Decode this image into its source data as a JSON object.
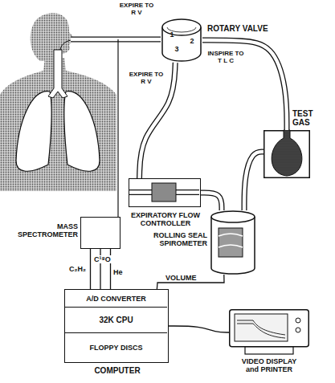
{
  "diagram": {
    "nodes": [
      {
        "text": [
          "ROTARY VALVE",
          "1",
          "2",
          "3"
        ]
      },
      {
        "text": [
          "TEST GAS"
        ]
      },
      {
        "text": [
          "EXPIRATORY FLOW CONTROLLER"
        ]
      },
      {
        "text": [
          "MASS SPECTROMETER"
        ]
      },
      {
        "text": [
          "ROLLING SEAL SPIROMETER"
        ]
      },
      {
        "text": [
          "COMPUTER"
        ]
      },
      {
        "text": [
          "A/D CONVERTER"
        ],
        "in": 5
      },
      {
        "text": [
          "32K CPU"
        ],
        "in": 5
      },
      {
        "text": [
          "FLOPPY DISCS"
        ],
        "in": 5
      },
      {
        "text": [
          "VIDEO DISPLAY and PRINTER"
        ]
      }
    ],
    "edges": [
      {
        "from": 0,
        "to": 1,
        "arrow": "none"
      },
      {
        "from": 0,
        "to": 2,
        "arrow": "none"
      },
      {
        "from": 2,
        "to": 4,
        "arrow": "none"
      },
      {
        "from": 4,
        "to": 1,
        "arrow": "none"
      },
      {
        "from": 3,
        "to": 6,
        "label": "C₂H₂",
        "arrow": "none"
      },
      {
        "from": 3,
        "to": 6,
        "label": "C¹⁸O",
        "arrow": "none"
      },
      {
        "from": 3,
        "to": 6,
        "label": "He",
        "arrow": "none"
      },
      {
        "from": 4,
        "to": 6,
        "label": "VOLUME",
        "arrow": "none"
      },
      {
        "from": 5,
        "to": 9,
        "arrow": "none"
      }
    ],
    "labels": [
      "EXPIRE TO R V",
      "INSPIRE TO T L C",
      "EXPIRE TO R V"
    ]
  }
}
